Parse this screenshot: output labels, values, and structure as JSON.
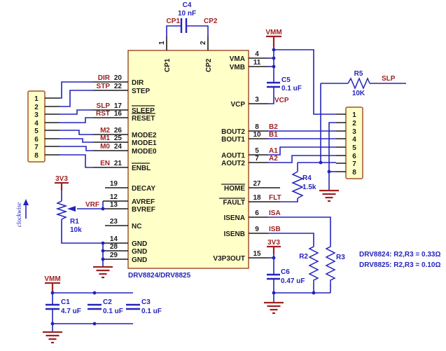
{
  "ic": {
    "name": "DRV8824/DRV8825",
    "top_pins": [
      {
        "n": "1",
        "label": "CP1"
      },
      {
        "n": "2",
        "label": "CP2"
      }
    ],
    "left_pins": [
      {
        "n": "20",
        "label": "DIR",
        "net": "DIR"
      },
      {
        "n": "22",
        "label": "STEP",
        "net": "STP"
      },
      {
        "n": "17",
        "label": "SLEEP",
        "net": "SLP"
      },
      {
        "n": "16",
        "label": "RESET",
        "net": "RST"
      },
      {
        "n": "26",
        "label": "MODE2",
        "net": "M2"
      },
      {
        "n": "25",
        "label": "MODE1",
        "net": "M1"
      },
      {
        "n": "24",
        "label": "MODE0",
        "net": "M0"
      },
      {
        "n": "21",
        "label": "ENBL",
        "net": "EN"
      },
      {
        "n": "19",
        "label": "DECAY"
      },
      {
        "n": "12",
        "label": "AVREF"
      },
      {
        "n": "13",
        "label": "BVREF",
        "net": "VRF"
      },
      {
        "n": "23",
        "label": "NC"
      },
      {
        "n": "14",
        "label": "GND"
      },
      {
        "n": "28",
        "label": "GND"
      },
      {
        "n": "29",
        "label": "GND"
      }
    ],
    "right_pins": [
      {
        "n": "4",
        "label": "VMA"
      },
      {
        "n": "11",
        "label": "VMB"
      },
      {
        "n": "3",
        "label": "VCP",
        "net": "VCP"
      },
      {
        "n": "8",
        "label": "BOUT2",
        "net": "B2"
      },
      {
        "n": "10",
        "label": "BOUT1",
        "net": "B1"
      },
      {
        "n": "5",
        "label": "AOUT1",
        "net": "A1"
      },
      {
        "n": "7",
        "label": "AOUT2",
        "net": "A2"
      },
      {
        "n": "27",
        "label": "HOME"
      },
      {
        "n": "18",
        "label": "FAULT",
        "net": "FLT"
      },
      {
        "n": "6",
        "label": "ISENA",
        "net": "ISA"
      },
      {
        "n": "9",
        "label": "ISENB",
        "net": "ISB"
      },
      {
        "n": "15",
        "label": "V3P3OUT"
      }
    ]
  },
  "connectors": {
    "left_pins": [
      "1",
      "2",
      "3",
      "4",
      "5",
      "6",
      "7",
      "8"
    ],
    "right_pins": [
      "1",
      "2",
      "3",
      "4",
      "5",
      "6",
      "7",
      "8"
    ]
  },
  "components": {
    "C1": {
      "ref": "C1",
      "value": "4.7 uF"
    },
    "C2": {
      "ref": "C2",
      "value": "0.1 uF"
    },
    "C3": {
      "ref": "C3",
      "value": "0.1 uF"
    },
    "C4": {
      "ref": "C4",
      "value": "10 nF"
    },
    "C5": {
      "ref": "C5",
      "value": "0.1 uF"
    },
    "C6": {
      "ref": "C6",
      "value": "0.47 uF"
    },
    "R1": {
      "ref": "R1",
      "value": "10k"
    },
    "R2": {
      "ref": "R2"
    },
    "R3": {
      "ref": "R3"
    },
    "R4": {
      "ref": "R4",
      "value": "1.5k"
    },
    "R5": {
      "ref": "R5",
      "value": "10K"
    }
  },
  "power": {
    "vmm": "VMM",
    "v3p3": "3V3"
  },
  "net_flags": {
    "cp1": "CP1",
    "cp2": "CP2",
    "slp": "SLP"
  },
  "notes": [
    "DRV8824: R2,R3 = 0.33Ω",
    "DRV8825: R2,R3 = 0.10Ω"
  ],
  "annotations": {
    "clockwise": "clockwise"
  },
  "colors": {
    "wire_blue": "#2323bb",
    "label_red": "#9e2121",
    "body_fill": "#ffffc8",
    "body_border": "#a0522d",
    "pin_black": "#1a1a1a",
    "background": "#ffffff"
  }
}
